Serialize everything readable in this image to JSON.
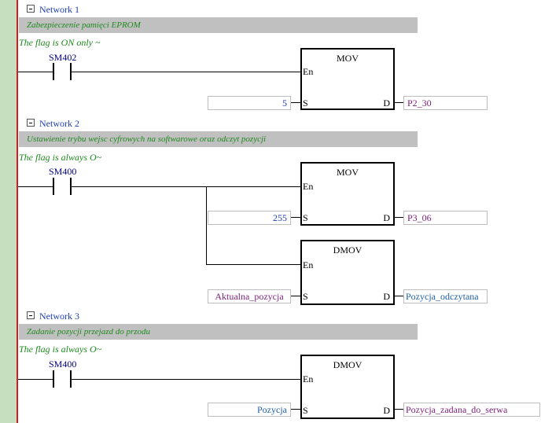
{
  "networks": [
    {
      "title": "Network 1",
      "comment": "Zabezpieczenie pamięci EPROM",
      "flag_comment": "The flag is ON only ~",
      "contact": "SM402",
      "blocks": [
        {
          "name": "MOV",
          "en": "En",
          "s_pin": "S",
          "d_pin": "D",
          "source": "5",
          "dest": "P2_30"
        }
      ]
    },
    {
      "title": "Network 2",
      "comment": "Ustawienie trybu wejsc cyfrowych na softwarowe oraz odczyt pozycji",
      "flag_comment": "The flag is always O~",
      "contact": "SM400",
      "blocks": [
        {
          "name": "MOV",
          "en": "En",
          "s_pin": "S",
          "d_pin": "D",
          "source": "255",
          "dest": "P3_06"
        },
        {
          "name": "DMOV",
          "en": "En",
          "s_pin": "S",
          "d_pin": "D",
          "source": "Aktualna_pozycja",
          "dest": "Pozycja_odczytana"
        }
      ]
    },
    {
      "title": "Network 3",
      "comment": "Zadanie pozycji przejazd do przodu",
      "flag_comment": "The flag is always O~",
      "contact": "SM400",
      "blocks": [
        {
          "name": "DMOV",
          "en": "En",
          "s_pin": "S",
          "d_pin": "D",
          "source": "Pozycja",
          "dest": "Pozycja_zadana_do_serwa"
        }
      ]
    }
  ],
  "colors": {
    "left_strip": "#c6dfbf",
    "power_rail": "#d21d1d",
    "network_title": "#1f3fb0",
    "comment_green": "#1e8a1e",
    "comment_bar": "#c0c0c0",
    "operand_purple": "#7a1f7a",
    "operand_teal": "#1e5fa8"
  }
}
